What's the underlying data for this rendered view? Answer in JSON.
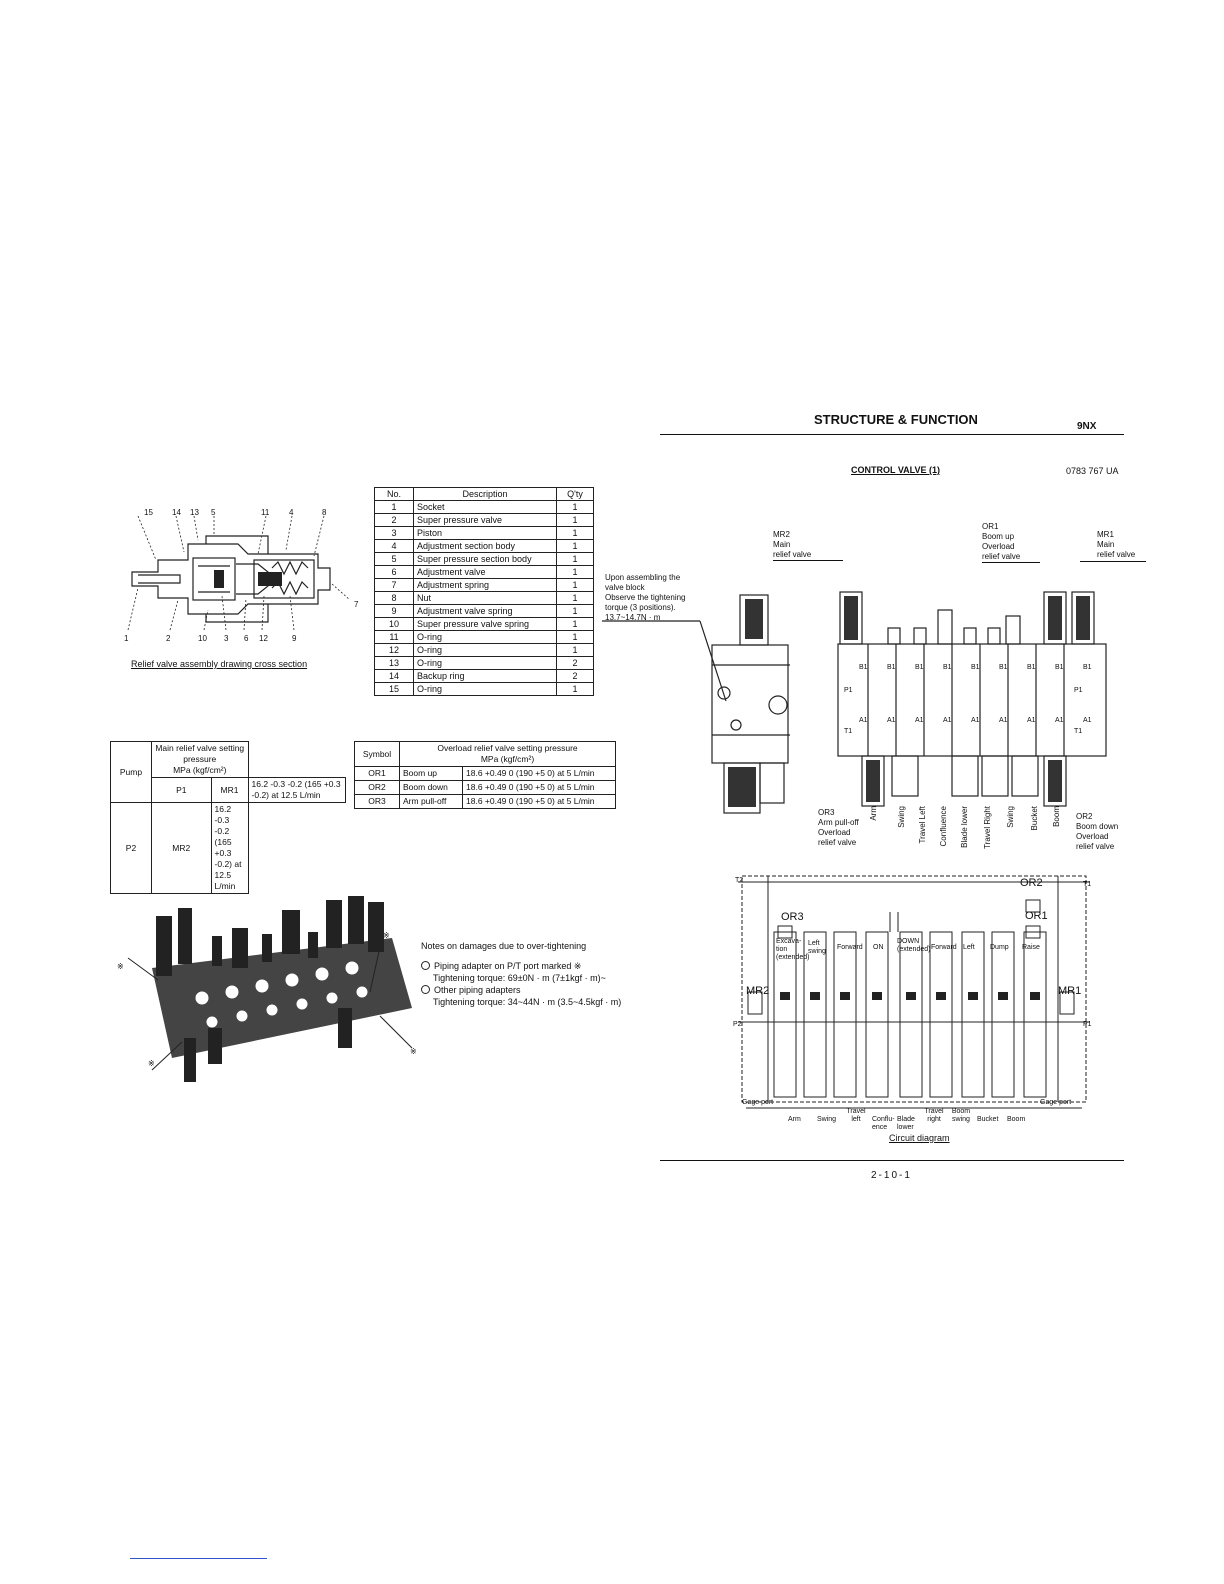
{
  "header": {
    "title": "STRUCTURE & FUNCTION",
    "code": "9NX",
    "section_title": "CONTROL VALVE (1)",
    "drawing_no": "0783 767 UA",
    "page_number": "2-10-1"
  },
  "relief_drawing": {
    "caption": "Relief valve assembly drawing cross section",
    "top_callouts": [
      "15",
      "14",
      "13",
      "5",
      "11",
      "4",
      "8"
    ],
    "bottom_callouts": [
      "1",
      "2",
      "10",
      "3",
      "6",
      "12",
      "9"
    ],
    "side_callout": "7"
  },
  "parts_table": {
    "headers": [
      "No.",
      "Description",
      "Q'ty"
    ],
    "rows": [
      [
        "1",
        "Socket",
        "1"
      ],
      [
        "2",
        "Super pressure valve",
        "1"
      ],
      [
        "3",
        "Piston",
        "1"
      ],
      [
        "4",
        "Adjustment section body",
        "1"
      ],
      [
        "5",
        "Super pressure section body",
        "1"
      ],
      [
        "6",
        "Adjustment valve",
        "1"
      ],
      [
        "7",
        "Adjustment spring",
        "1"
      ],
      [
        "8",
        "Nut",
        "1"
      ],
      [
        "9",
        "Adjustment valve spring",
        "1"
      ],
      [
        "10",
        "Super pressure valve spring",
        "1"
      ],
      [
        "11",
        "O-ring",
        "1"
      ],
      [
        "12",
        "O-ring",
        "1"
      ],
      [
        "13",
        "O-ring",
        "2"
      ],
      [
        "14",
        "Backup ring",
        "2"
      ],
      [
        "15",
        "O-ring",
        "1"
      ]
    ]
  },
  "main_relief_table": {
    "col_pump": "Pump",
    "col_setting": "Main relief valve setting pressure",
    "col_unit": "MPa (kgf/cm²)",
    "rows": [
      {
        "pump": "P1",
        "symbol": "MR1",
        "value": "16.2 -0.3 -0.2 (165 +0.3 -0.2) at 12.5 L/min"
      },
      {
        "pump": "P2",
        "symbol": "MR2",
        "value": "16.2 -0.3 -0.2 (165 +0.3 -0.2) at 12.5 L/min"
      }
    ]
  },
  "overload_table": {
    "col_symbol": "Symbol",
    "col_setting": "Overload relief valve setting pressure",
    "col_unit": "MPa (kgf/cm²)",
    "rows": [
      {
        "symbol": "OR1",
        "name": "Boom up",
        "value": "18.6 +0.49 0 (190 +5 0) at 5 L/min"
      },
      {
        "symbol": "OR2",
        "name": "Boom down",
        "value": "18.6 +0.49 0 (190 +5 0) at 5 L/min"
      },
      {
        "symbol": "OR3",
        "name": "Arm pull-off",
        "value": "18.6 +0.49 0 (190 +5 0) at 5 L/min"
      }
    ]
  },
  "assembly_note": {
    "line1": "Upon assembling the",
    "line2": "valve block",
    "line3": "Observe the tightening",
    "line4": "torque (3 positions).",
    "line5": "13.7~14.7N · m"
  },
  "valve_labels": {
    "mr2": [
      "MR2",
      "Main",
      "relief valve"
    ],
    "or1": [
      "OR1",
      "Boom up",
      "Overload",
      "relief valve"
    ],
    "mr1": [
      "MR1",
      "Main",
      "relief valve"
    ],
    "or3": [
      "OR3",
      "Arm pull-off",
      "Overload",
      "relief valve"
    ],
    "or2": [
      "OR2",
      "Boom down",
      "Overload",
      "relief valve"
    ],
    "ports_b": [
      "B1",
      "B1",
      "B1",
      "B1",
      "B1",
      "B1",
      "B1",
      "B1",
      "B1"
    ],
    "ports_a": [
      "A1",
      "A1",
      "A1",
      "A1",
      "A1",
      "A1",
      "A1",
      "A1",
      "A1"
    ],
    "port_p": "P1",
    "port_t": "T1",
    "sections": [
      "Arm",
      "Swing",
      "Travel Left",
      "Confluence",
      "Blade lower",
      "Travel Right",
      "Swing",
      "Bucket",
      "Boom"
    ]
  },
  "damage_notes": {
    "title": "Notes on damages due to over-tightening",
    "item1": "Piping adapter on P/T port marked ※",
    "item1_torque": "Tightening torque: 69±0N · m (7±1kgf · m)~",
    "item2": "Other piping adapters",
    "item2_torque": "Tightening torque: 34~44N · m (3.5~4.5kgf · m)",
    "mark": "※"
  },
  "circuit": {
    "caption": "Circuit diagram",
    "or3": "OR3",
    "or2": "OR2",
    "or1": "OR1",
    "mr2": "MR2",
    "mr1": "MR1",
    "gage_left": "Gage port",
    "gage_right": "Gage port",
    "t2": "T2",
    "t1": "T1",
    "p2": "P2",
    "p1": "P1",
    "func_labels": [
      "Excava-tion (extended)",
      "Left swing",
      "Forward",
      "ON",
      "DOWN (extended)",
      "Forward",
      "Left",
      "Dump",
      "Raise"
    ],
    "bottom_labels": [
      "Arm",
      "Swing",
      "Travel left",
      "Conflu-ence",
      "Blade lower",
      "Travel right",
      "Boom swing",
      "Bucket",
      "Boom"
    ]
  }
}
